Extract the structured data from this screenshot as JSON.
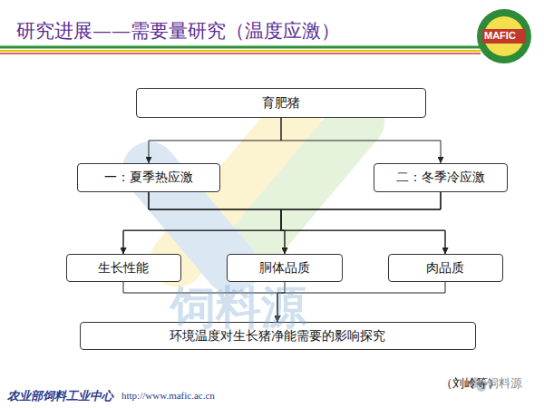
{
  "diagram": {
    "title": "研究进展——需要量研究（温度应激）",
    "nodes": [
      {
        "text": [
          "育肥猪"
        ]
      },
      {
        "text": [
          "一：夏季热应激"
        ]
      },
      {
        "text": [
          "二：冬季冷应激"
        ]
      },
      {
        "text": [
          "生长性能"
        ]
      },
      {
        "text": [
          "胴体品质"
        ]
      },
      {
        "text": [
          "肉品质"
        ]
      },
      {
        "text": [
          "环境温度对生长猪净能需要的影响探究"
        ]
      }
    ],
    "edges": [
      {
        "from": 0,
        "to": 1,
        "arrow": "to"
      },
      {
        "from": 0,
        "to": 2,
        "arrow": "to"
      },
      {
        "from": 1,
        "to": 3,
        "arrow": "to"
      },
      {
        "from": 1,
        "to": 4,
        "arrow": "to"
      },
      {
        "from": 1,
        "to": 5,
        "arrow": "to"
      },
      {
        "from": 2,
        "to": 3,
        "arrow": "to"
      },
      {
        "from": 2,
        "to": 4,
        "arrow": "to"
      },
      {
        "from": 2,
        "to": 5,
        "arrow": "to"
      },
      {
        "from": 3,
        "to": 6,
        "arrow": "to"
      },
      {
        "from": 4,
        "to": 6,
        "arrow": "to"
      },
      {
        "from": 5,
        "to": 6,
        "arrow": "to"
      }
    ],
    "labels": [
      "MAFIC",
      "饲料源",
      "（刘岭等）",
      "饲料源",
      "农业部饲料工业中心",
      "http://www.mafic.ac.cn"
    ]
  }
}
